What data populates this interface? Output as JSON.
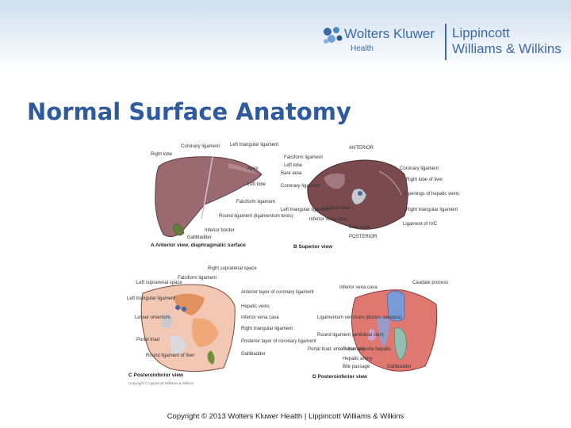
{
  "header": {
    "publisher": "Wolters Kluwer",
    "division": "Health",
    "imprint_line1": "Lippincott",
    "imprint_line2": "Williams & Wilkins"
  },
  "slide": {
    "title": "Normal Surface Anatomy"
  },
  "figure": {
    "panel_a": {
      "caption": "A Anterior view, diaphragmatic surface",
      "labels": [
        "Right lobe",
        "Coronary ligament",
        "Left triangular ligament",
        "Apex",
        "Left lobe",
        "Falciform ligament",
        "Round ligament (ligamentum teres)",
        "Inferior border",
        "Gallbladder"
      ]
    },
    "panel_b": {
      "caption": "B Superior view",
      "top_label": "ANTERIOR",
      "bottom_label": "POSTERIOR",
      "labels": [
        "Falciform ligament",
        "Left lobe",
        "Bare area",
        "Coronary ligament",
        "Left triangular ligament",
        "Caudate lobe",
        "Inferior vena cava",
        "Coronary ligament",
        "Right lobe of liver",
        "Openings of hepatic veins",
        "Right triangular ligament",
        "Ligament of IVC",
        "Bare area"
      ]
    },
    "panel_c": {
      "caption": "C Posteroinferior view",
      "credit": "Copyright © Lippincott Williams & Wilkins",
      "labels": [
        "Falciform ligament",
        "Right suprarenal space",
        "Left suprarenal space",
        "Left triangular ligament",
        "Lesser omentum",
        "Portal triad",
        "Round ligament of liver",
        "Anterior layer of coronary ligament",
        "Hepatic veins",
        "Inferior vena cava",
        "Right triangular ligament",
        "Posterior layer of coronary ligament",
        "Gallbladder"
      ]
    },
    "panel_d": {
      "caption": "D Posteroinferior view",
      "labels": [
        "Inferior vena cava",
        "Caudate process",
        "Ligamentum venosum (ductus venosus)",
        "Round ligament (umbilical vein)",
        "Portal triad: enters liver at porta hepatis",
        "Portal vein",
        "Hepatic artery",
        "Bile passage",
        "Gallbladder"
      ]
    }
  },
  "footer": {
    "copyright": "Copyright © 2013 Wolters Kluwer Health | Lippincott Williams & Wilkins"
  },
  "colors": {
    "title": "#2e5aa0",
    "logo": "#3b6aa6",
    "liver": "#9a6a70"
  }
}
